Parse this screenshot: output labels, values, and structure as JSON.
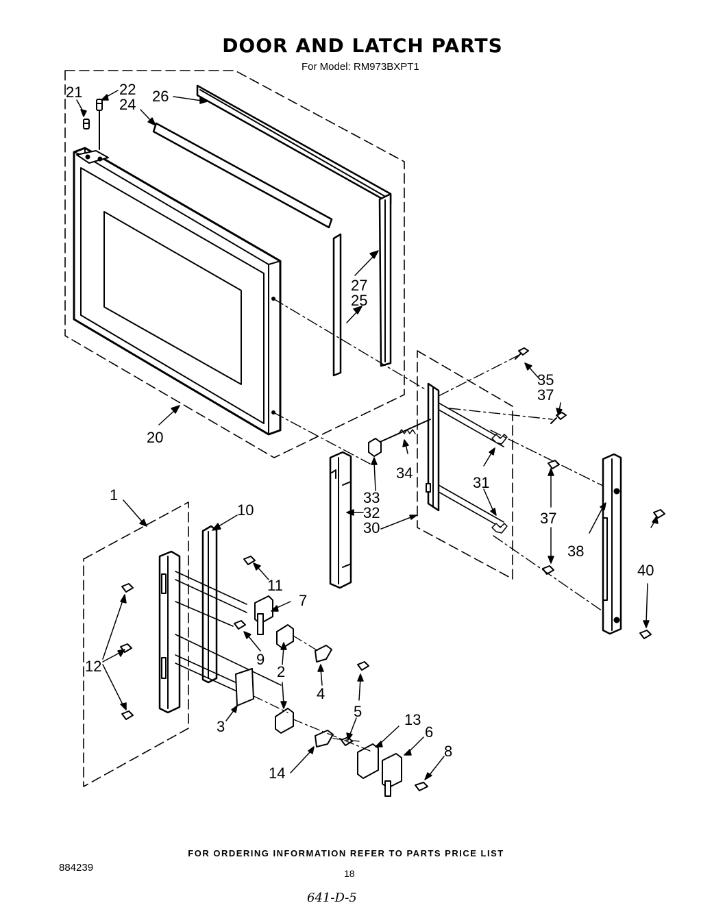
{
  "header": {
    "title": "DOOR AND LATCH PARTS",
    "subtitle": "For Model: RM973BXPT1"
  },
  "callouts": {
    "c1": "1",
    "c2": "2",
    "c3": "3",
    "c4": "4",
    "c5": "5",
    "c6": "6",
    "c7": "7",
    "c8": "8",
    "c9": "9",
    "c10": "10",
    "c11": "11",
    "c12": "12",
    "c13": "13",
    "c14": "14",
    "c20": "20",
    "c21": "21",
    "c22": "22",
    "c24": "24",
    "c25": "25",
    "c26": "26",
    "c27": "27",
    "c30": "30",
    "c31": "31",
    "c32": "32",
    "c33": "33",
    "c34": "34",
    "c35": "35",
    "c37a": "37",
    "c37b": "37",
    "c38": "38",
    "c40": "40"
  },
  "footer": {
    "ordering_note": "FOR ORDERING INFORMATION REFER TO PARTS PRICE LIST",
    "doc_number": "884239",
    "page_number": "18",
    "handwritten": "641-D-5"
  }
}
